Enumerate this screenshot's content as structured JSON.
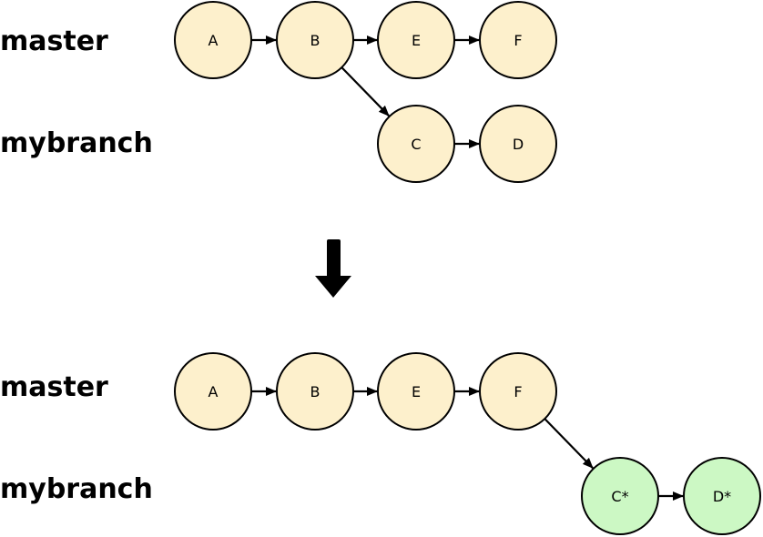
{
  "colors": {
    "original_commit_fill": "#fdf0cc",
    "rebased_commit_fill": "#ccf8c4",
    "stroke": "#000000"
  },
  "before": {
    "master_label": "master",
    "mybranch_label": "mybranch",
    "master_commits": [
      "A",
      "B",
      "E",
      "F"
    ],
    "mybranch_commits": [
      "C",
      "D"
    ],
    "mybranch_parent": "B"
  },
  "after": {
    "master_label": "master",
    "mybranch_label": "mybranch",
    "master_commits": [
      "A",
      "B",
      "E",
      "F"
    ],
    "mybranch_commits": [
      "C*",
      "D*"
    ],
    "mybranch_parent": "F"
  },
  "transition_icon": "down-arrow-icon"
}
